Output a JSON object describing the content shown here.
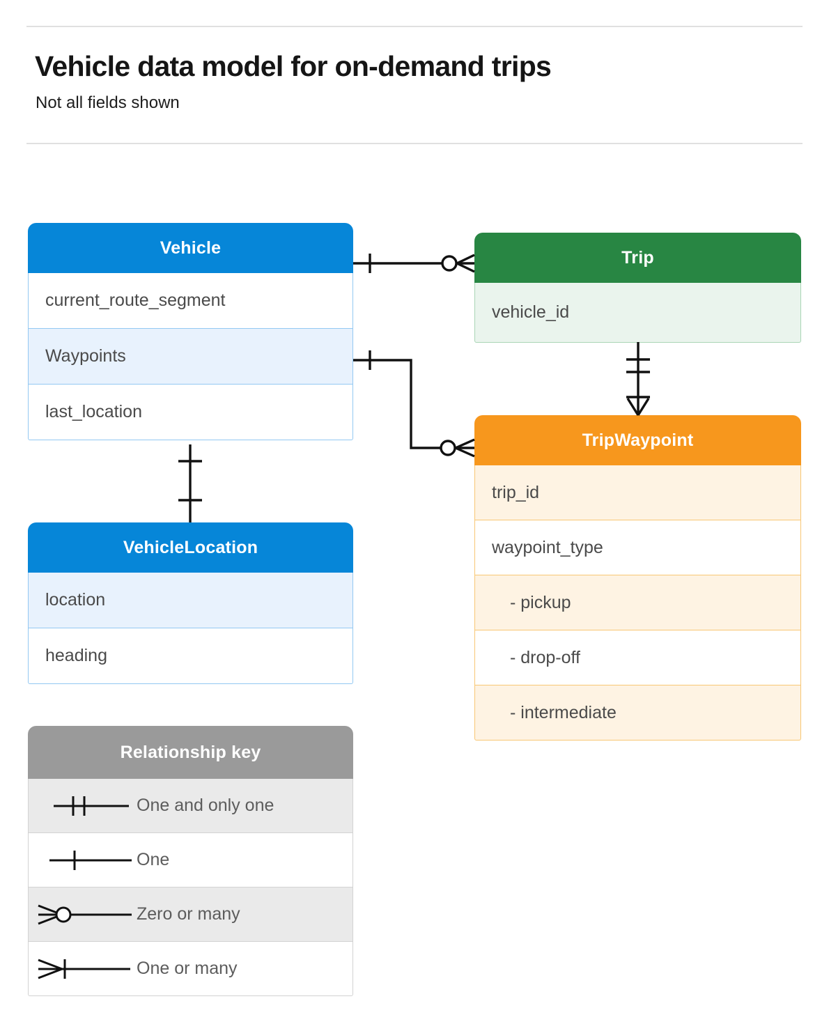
{
  "header": {
    "title": "Vehicle data model for on-demand trips",
    "subtitle": "Not all fields shown"
  },
  "entities": [
    {
      "id": "vehicle",
      "name": "Vehicle",
      "color": "#0686d8",
      "rows": [
        {
          "label": "current_route_segment",
          "highlighted": false
        },
        {
          "label": "Waypoints",
          "highlighted": true
        },
        {
          "label": "last_location",
          "highlighted": false
        }
      ]
    },
    {
      "id": "trip",
      "name": "Trip",
      "color": "#288643",
      "rows": [
        {
          "label": "vehicle_id",
          "highlighted": true
        }
      ]
    },
    {
      "id": "tripwaypoint",
      "name": "TripWaypoint",
      "color": "#f7971d",
      "rows": [
        {
          "label": "trip_id",
          "highlighted": true
        },
        {
          "label": "waypoint_type",
          "highlighted": false
        },
        {
          "label": "- pickup",
          "highlighted": true
        },
        {
          "label": "- drop-off",
          "highlighted": false
        },
        {
          "label": "- intermediate",
          "highlighted": true
        }
      ]
    },
    {
      "id": "vehiclelocation",
      "name": "VehicleLocation",
      "color": "#0686d8",
      "rows": [
        {
          "label": "location",
          "highlighted": true
        },
        {
          "label": "heading",
          "highlighted": false
        }
      ]
    }
  ],
  "legend": {
    "title": "Relationship key",
    "items": [
      {
        "glyph": "one-and-only-one-icon",
        "label": "One and only one"
      },
      {
        "glyph": "one-icon",
        "label": "One"
      },
      {
        "glyph": "zero-or-many-icon",
        "label": "Zero or many"
      },
      {
        "glyph": "one-or-many-icon",
        "label": "One or many"
      }
    ]
  },
  "relationships": [
    {
      "from": "Vehicle",
      "to": "Trip",
      "from_cardinality": "One",
      "to_cardinality": "Zero or many"
    },
    {
      "from": "Vehicle.Waypoints",
      "to": "TripWaypoint",
      "from_cardinality": "One",
      "to_cardinality": "Zero or many"
    },
    {
      "from": "Trip",
      "to": "TripWaypoint",
      "from_cardinality": "One and only one",
      "to_cardinality": "One or many"
    },
    {
      "from": "Vehicle",
      "to": "VehicleLocation",
      "from_cardinality": "One",
      "to_cardinality": "One"
    }
  ],
  "colors": {
    "blue": "#0686d8",
    "green": "#288643",
    "orange": "#f7971d",
    "gray": "#9a9a9a",
    "line": "#111111"
  }
}
